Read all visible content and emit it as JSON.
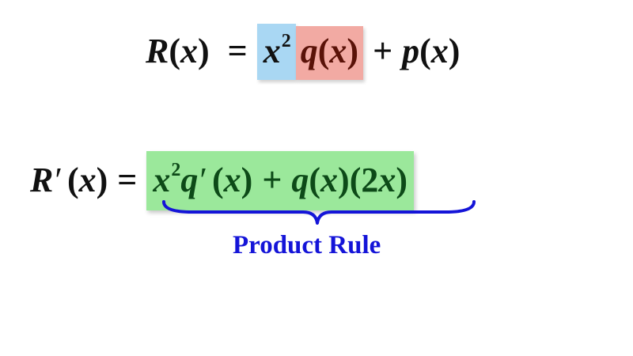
{
  "equation1": {
    "lhs_fn": "R",
    "lhs_open": "(",
    "lhs_var": "x",
    "lhs_close": ")",
    "equals": "=",
    "x_base": "x",
    "x_exp": "2",
    "q_fn": "q",
    "q_open": "(",
    "q_var": "x",
    "q_close": ")",
    "plus": "+",
    "p_fn": "p",
    "p_open": "(",
    "p_var": "x",
    "p_close": ")"
  },
  "equation2": {
    "lhs_fn": "R",
    "lhs_prime": "′",
    "lhs_open": "(",
    "lhs_var": "x",
    "lhs_close": ")",
    "equals": "=",
    "term1_base": "x",
    "term1_exp": "2",
    "term1_fn": "q",
    "term1_prime": "′",
    "term1_open": "(",
    "term1_var": "x",
    "term1_close": ")",
    "plus": "+",
    "term2_fn": "q",
    "term2_open": "(",
    "term2_var": "x",
    "term2_close": ")",
    "term2_paren_open": "(",
    "term2_coef": "2",
    "term2_coef_var": "x",
    "term2_paren_close": ")"
  },
  "caption": "Product Rule",
  "colors": {
    "highlight_x_squared": "#a9d7f3",
    "highlight_q_of_x": "#f2aaa3",
    "highlight_derivative": "#9be89b",
    "brace": "#1414d8",
    "caption": "#1414d8"
  }
}
